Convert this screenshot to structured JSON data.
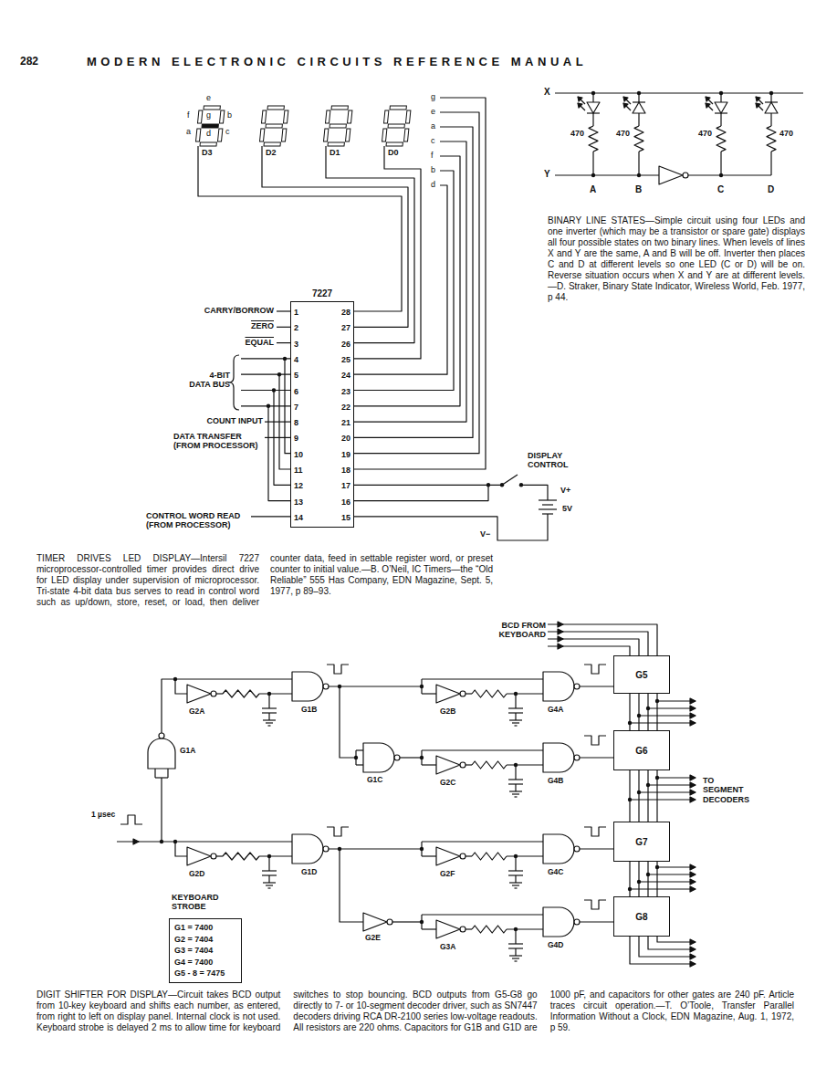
{
  "diagram": {
    "title": "MODERN ELECTRONIC CIRCUITS REFERENCE MANUAL",
    "nodes": [
      {
        "text": [
          "7227",
          "1",
          "2",
          "3",
          "4",
          "5",
          "6",
          "7",
          "8",
          "9",
          "10",
          "11",
          "12",
          "13",
          "14",
          "15",
          "16",
          "17",
          "18",
          "19",
          "20",
          "21",
          "22",
          "23",
          "24",
          "25",
          "26",
          "27",
          "28"
        ]
      },
      {
        "text": [
          "G5"
        ]
      },
      {
        "text": [
          "G6"
        ]
      },
      {
        "text": [
          "G7"
        ]
      },
      {
        "text": [
          "G8"
        ]
      },
      {
        "text": [
          "G1 = 7400",
          "G2 = 7404",
          "G3 = 7404",
          "G4 = 7400",
          "G5 - 8 = 7475"
        ]
      }
    ],
    "edges": [
      {
        "from": 1,
        "to": 2,
        "arrow": "none"
      },
      {
        "from": 2,
        "to": 3,
        "arrow": "none"
      },
      {
        "from": 3,
        "to": 4,
        "arrow": "none"
      }
    ],
    "labels": [
      "282",
      "e",
      "f",
      "g",
      "b",
      "a",
      "d",
      "c",
      "D3",
      "D2",
      "D1",
      "D0",
      "g",
      "e",
      "a",
      "c",
      "f",
      "b",
      "d",
      "CARRY/BORROW",
      "ZERO",
      "EQUAL",
      "4-BIT DATA BUS",
      "COUNT INPUT",
      "DATA TRANSFER (FROM PROCESSOR)",
      "CONTROL WORD READ (FROM PROCESSOR)",
      "DISPLAY CONTROL",
      "V+",
      "5V",
      "V−",
      "TIMER DRIVES LED DISPLAY—Intersil 7227 microprocessor-controlled timer provides direct drive for LED display under supervision of microprocessor. Tri-state 4-bit data bus serves to read in control word such as up/down, store, reset, or load, then deliver counter data, feed in settable register word, or preset counter to initial value.—B. O’Neil, IC Timers—the “Old Reliable” 555 Has Company, EDN Magazine, Sept. 5, 1977, p 89–93.",
      "X",
      "Y",
      "470",
      "470",
      "470",
      "470",
      "A",
      "B",
      "C",
      "D",
      "BINARY LINE STATES—Simple circuit using four LEDs and one inverter (which may be a transistor or spare gate) displays all four possible states on two binary lines. When levels of lines X and Y are the same, A and B will be off. Inverter then places C and D at different levels so one LED (C or D) will be on. Reverse situation occurs when X and Y are at different levels.—D. Straker, Binary State Indicator, Wireless World, Feb. 1977, p 44.",
      "BCD FROM KEYBOARD",
      "G1B",
      "G1A",
      "G2A",
      "G2B",
      "G4A",
      "G1C",
      "G2C",
      "G4B",
      "TO SEGMENT DECODERS",
      "1 µsec",
      "G2D",
      "G1D",
      "G2F",
      "G4C",
      "KEYBOARD STROBE",
      "G2E",
      "G3A",
      "G4D",
      "DIGIT SHIFTER FOR DISPLAY—Circuit takes BCD output from 10-key keyboard and shifts each number, as entered, from right to left on display panel. Internal clock is not used. Keyboard strobe is delayed 2 ms to allow time for keyboard switches to stop bouncing. BCD outputs from G5-G8 go directly to 7- or 10-segment decoder driver, such as SN7447 decoders driving RCA DR-2100 series low-voltage readouts. All resistors are 220 ohms. Capacitors for G1B and G1D are 1000 pF, and capacitors for other gates are 240 pF. Article traces circuit operation.—T. O’Toole, Transfer Parallel Information Without a Clock, EDN Magazine, Aug. 1, 1972, p 59."
    ]
  }
}
